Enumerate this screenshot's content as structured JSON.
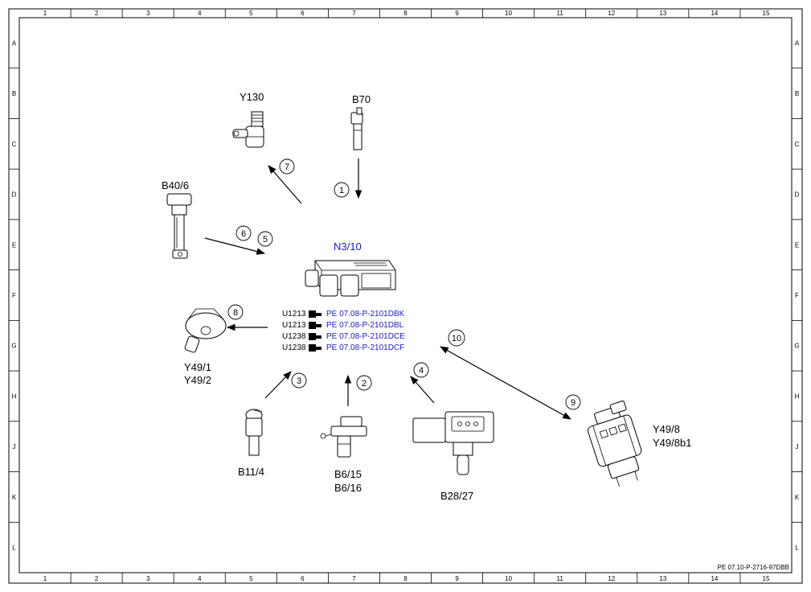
{
  "grid": {
    "columns": [
      "1",
      "2",
      "3",
      "4",
      "5",
      "6",
      "7",
      "8",
      "9",
      "10",
      "11",
      "12",
      "13",
      "14",
      "15"
    ],
    "rows": [
      "A",
      "B",
      "C",
      "D",
      "E",
      "F",
      "G",
      "H",
      "J",
      "K",
      "L"
    ]
  },
  "ecu": {
    "label": "N3/10",
    "refs": [
      {
        "code": "U1213",
        "link": "PE 07.08-P-2101DBK"
      },
      {
        "code": "U1213",
        "link": "PE 07.08-P-2101DBL"
      },
      {
        "code": "U1238",
        "link": "PE 07.08-P-2101DCE"
      },
      {
        "code": "U1238",
        "link": "PE 07.08-P-2101DCF"
      }
    ]
  },
  "components": {
    "y130": {
      "label": "Y130"
    },
    "b70": {
      "label": "B70"
    },
    "b40_6": {
      "label": "B40/6"
    },
    "y49_1": {
      "label1": "Y49/1",
      "label2": "Y49/2"
    },
    "b11_4": {
      "label": "B11/4"
    },
    "b6_15": {
      "label1": "B6/15",
      "label2": "B6/16"
    },
    "b28_27": {
      "label": "B28/27"
    },
    "y49_8": {
      "label1": "Y49/8",
      "label2": "Y49/8b1"
    }
  },
  "callouts": [
    "1",
    "2",
    "3",
    "4",
    "5",
    "6",
    "7",
    "8",
    "9",
    "10"
  ],
  "footer_ref": "PE 07.10-P-2716-97DBB",
  "colors": {
    "link": "#1a1ac8",
    "line": "#000000",
    "background": "#ffffff"
  }
}
